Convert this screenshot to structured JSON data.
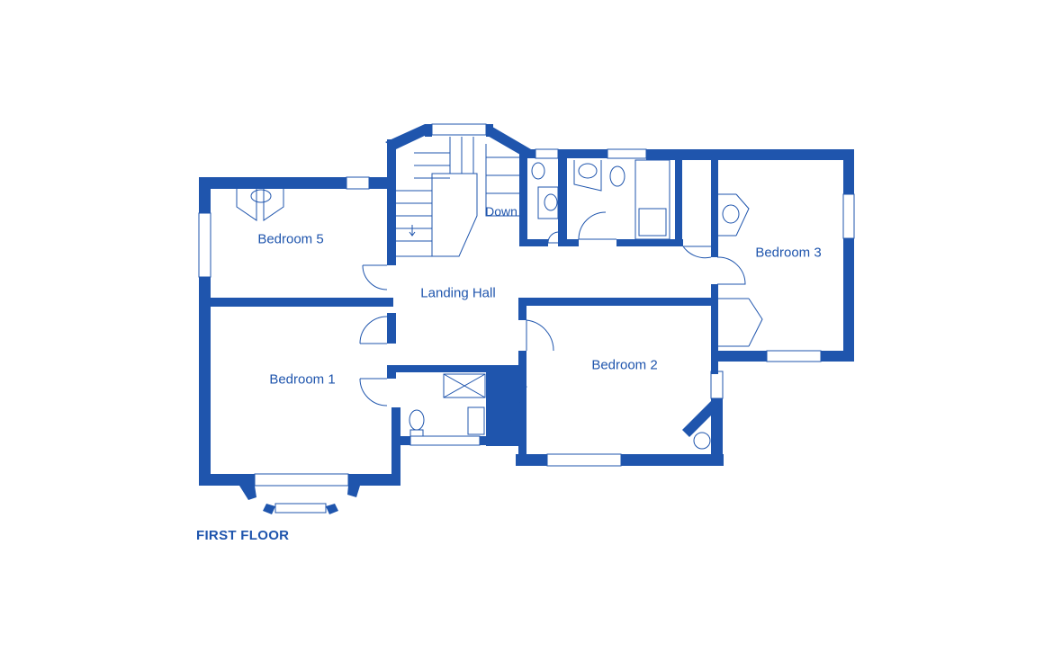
{
  "plan": {
    "floor_title": "FIRST FLOOR",
    "rooms": {
      "bedroom5": "Bedroom 5",
      "bedroom1": "Bedroom 1",
      "bedroom2": "Bedroom 2",
      "bedroom3": "Bedroom 3",
      "landing": "Landing Hall",
      "stairs": "Down"
    }
  },
  "colors": {
    "wall": "#1f55ad",
    "background": "#ffffff"
  }
}
